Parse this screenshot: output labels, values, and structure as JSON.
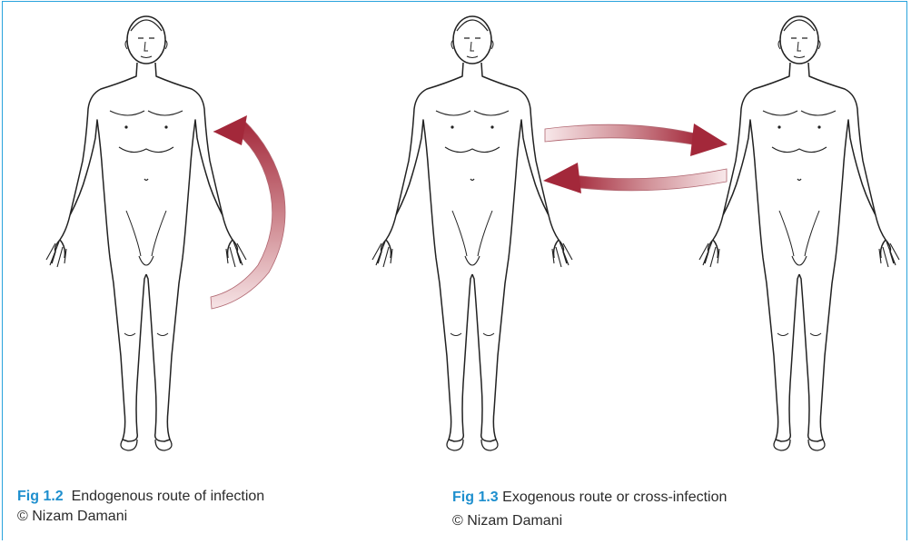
{
  "figures": [
    {
      "label": "Fig 1.2",
      "caption": "Endogenous route of infection",
      "credit": "© Nizam Damani"
    },
    {
      "label": "Fig 1.3",
      "caption": "Exogenous route or cross-infection",
      "credit": "© Nizam Damani"
    }
  ],
  "colors": {
    "border": "#29a3dc",
    "figure_label": "#1e8fce",
    "arrow": "#a8323e",
    "outline": "#222222"
  }
}
